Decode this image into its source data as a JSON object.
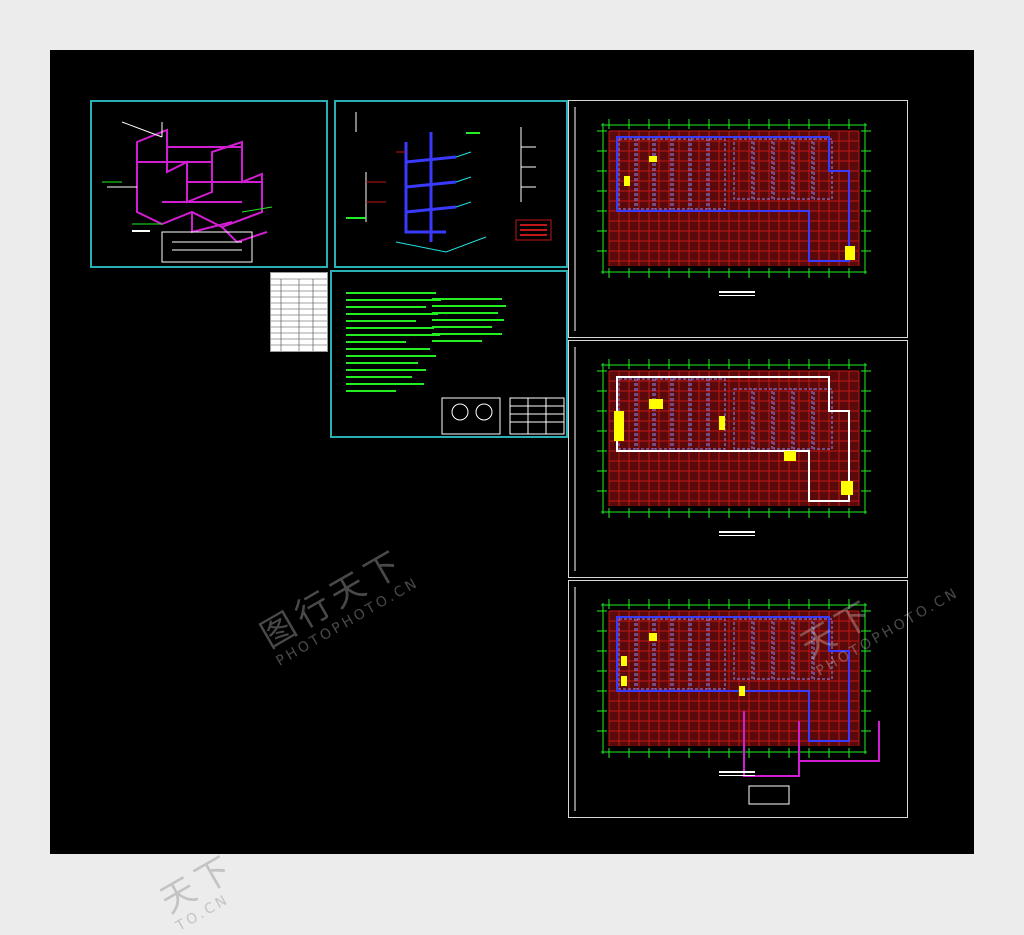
{
  "watermarks": [
    {
      "name": "center-watermark",
      "brand_cn": "图行天下",
      "brand_en": "PHOTOPHOTO.CN"
    },
    {
      "name": "right-watermark",
      "brand_cn": "天下",
      "brand_en": "PHOTOPHOTO.CN"
    },
    {
      "name": "bottom-watermark",
      "brand_cn": "天下",
      "brand_en": "TO.CN"
    }
  ],
  "colors": {
    "canvas": "#000000",
    "sheet_border_cyan": "#2ab0b4",
    "grid_red": "#c01818",
    "pipe_magenta": "#d21ed2",
    "pipe_blue": "#3a3aff",
    "text_green": "#22ee22",
    "fill_yellow": "#ffff00",
    "pipe_cyan": "#22e0e0"
  }
}
